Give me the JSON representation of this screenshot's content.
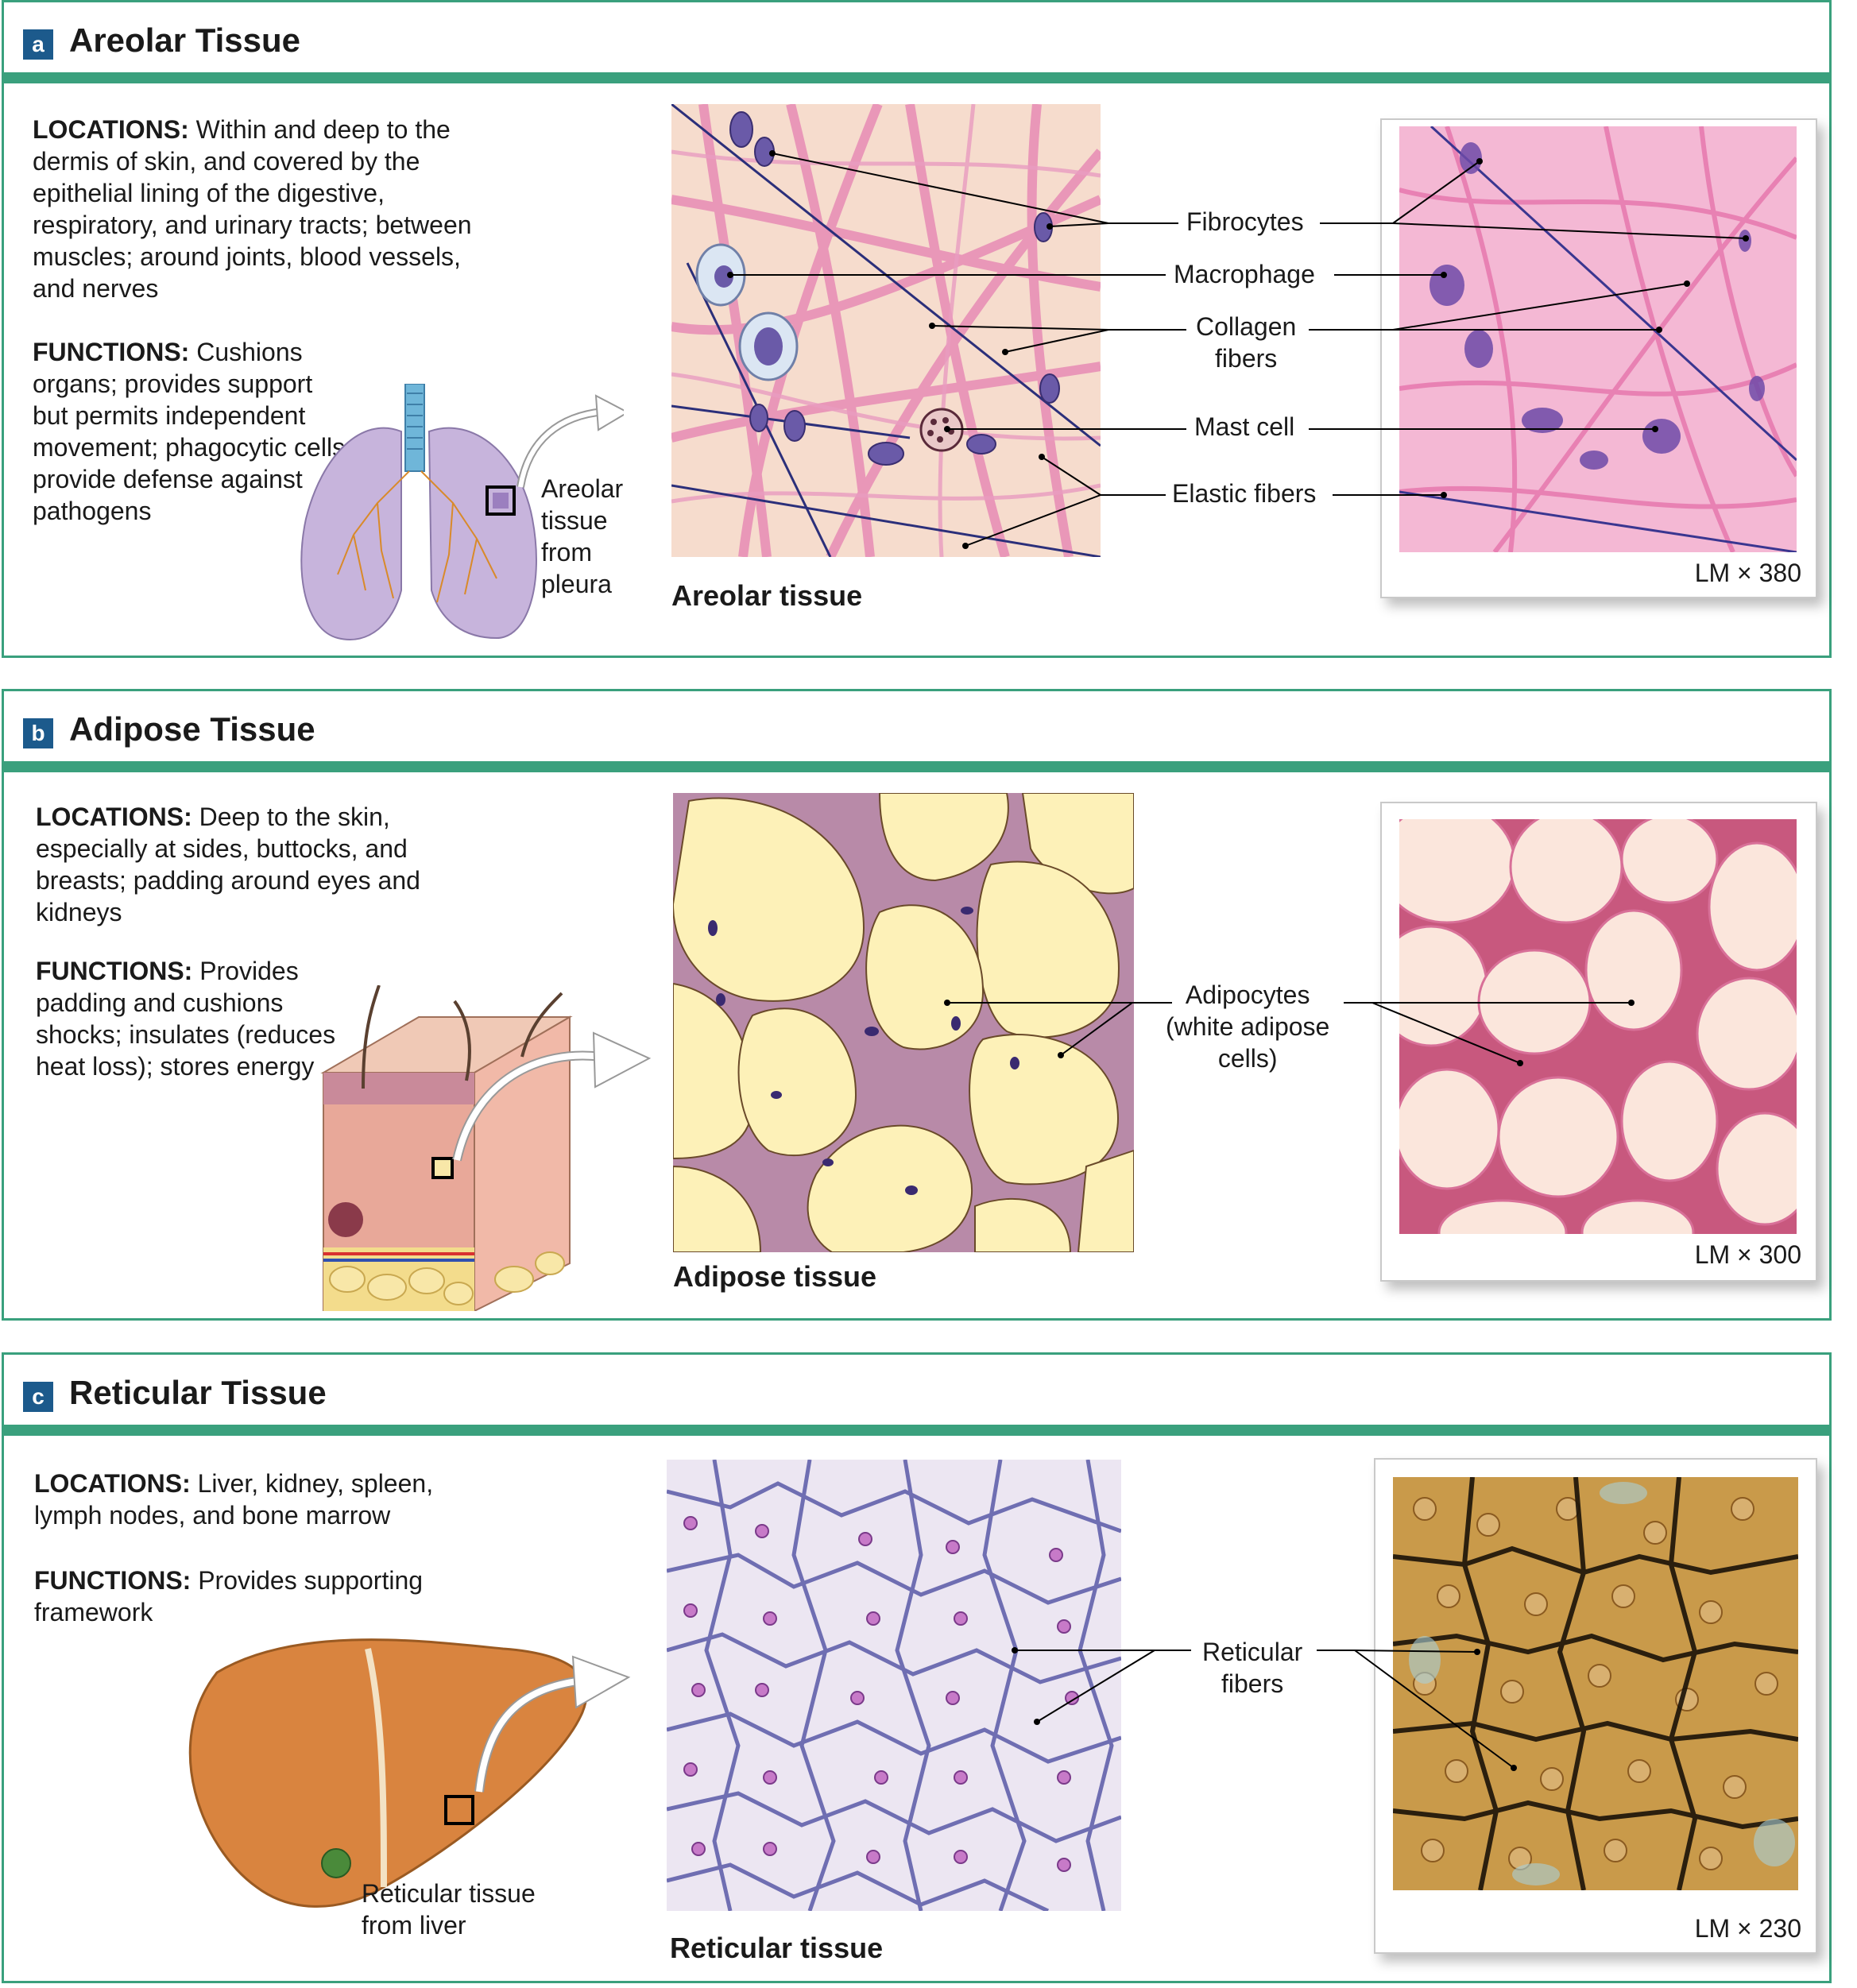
{
  "panels": {
    "a": {
      "badge": "a",
      "title": "Areolar Tissue",
      "locations_label": "LOCATIONS:",
      "locations_text": "Within and deep to the dermis of skin, and covered by the epithelial lining of the digestive, respiratory, and urinary tracts; between muscles; around joints, blood vessels, and nerves",
      "functions_label": "FUNCTIONS:",
      "functions_text": "Cushions organs; provides support but permits independent movement; phagocytic cells provide defense against pathogens",
      "organ_label": "Areolar\ntissue\nfrom\npleura",
      "drawing_caption": "Areolar tissue",
      "labels": {
        "fibrocytes": "Fibrocytes",
        "macrophage": "Macrophage",
        "collagen": "Collagen\nfibers",
        "mast_cell": "Mast cell",
        "elastic": "Elastic fibers"
      },
      "magnification": "LM × 380"
    },
    "b": {
      "badge": "b",
      "title": "Adipose Tissue",
      "locations_label": "LOCATIONS:",
      "locations_text": "Deep to the skin, especially at sides, buttocks, and breasts; padding around eyes and kidneys",
      "functions_label": "FUNCTIONS:",
      "functions_text": "Provides padding and cushions shocks; insulates (reduces heat loss); stores energy",
      "drawing_caption": "Adipose tissue",
      "labels": {
        "adipocytes": "Adipocytes\n(white adipose\ncells)"
      },
      "magnification": "LM × 300"
    },
    "c": {
      "badge": "c",
      "title": "Reticular Tissue",
      "locations_label": "LOCATIONS:",
      "locations_text": "Liver, kidney, spleen, lymph nodes, and bone marrow",
      "functions_label": "FUNCTIONS:",
      "functions_text": "Provides supporting framework",
      "organ_label": "Reticular tissue\nfrom liver",
      "drawing_caption": "Reticular tissue",
      "labels": {
        "reticular": "Reticular\nfibers"
      },
      "magnification": "LM × 230"
    }
  },
  "colors": {
    "accent": "#3aa07d",
    "badge": "#1c5a8c"
  }
}
